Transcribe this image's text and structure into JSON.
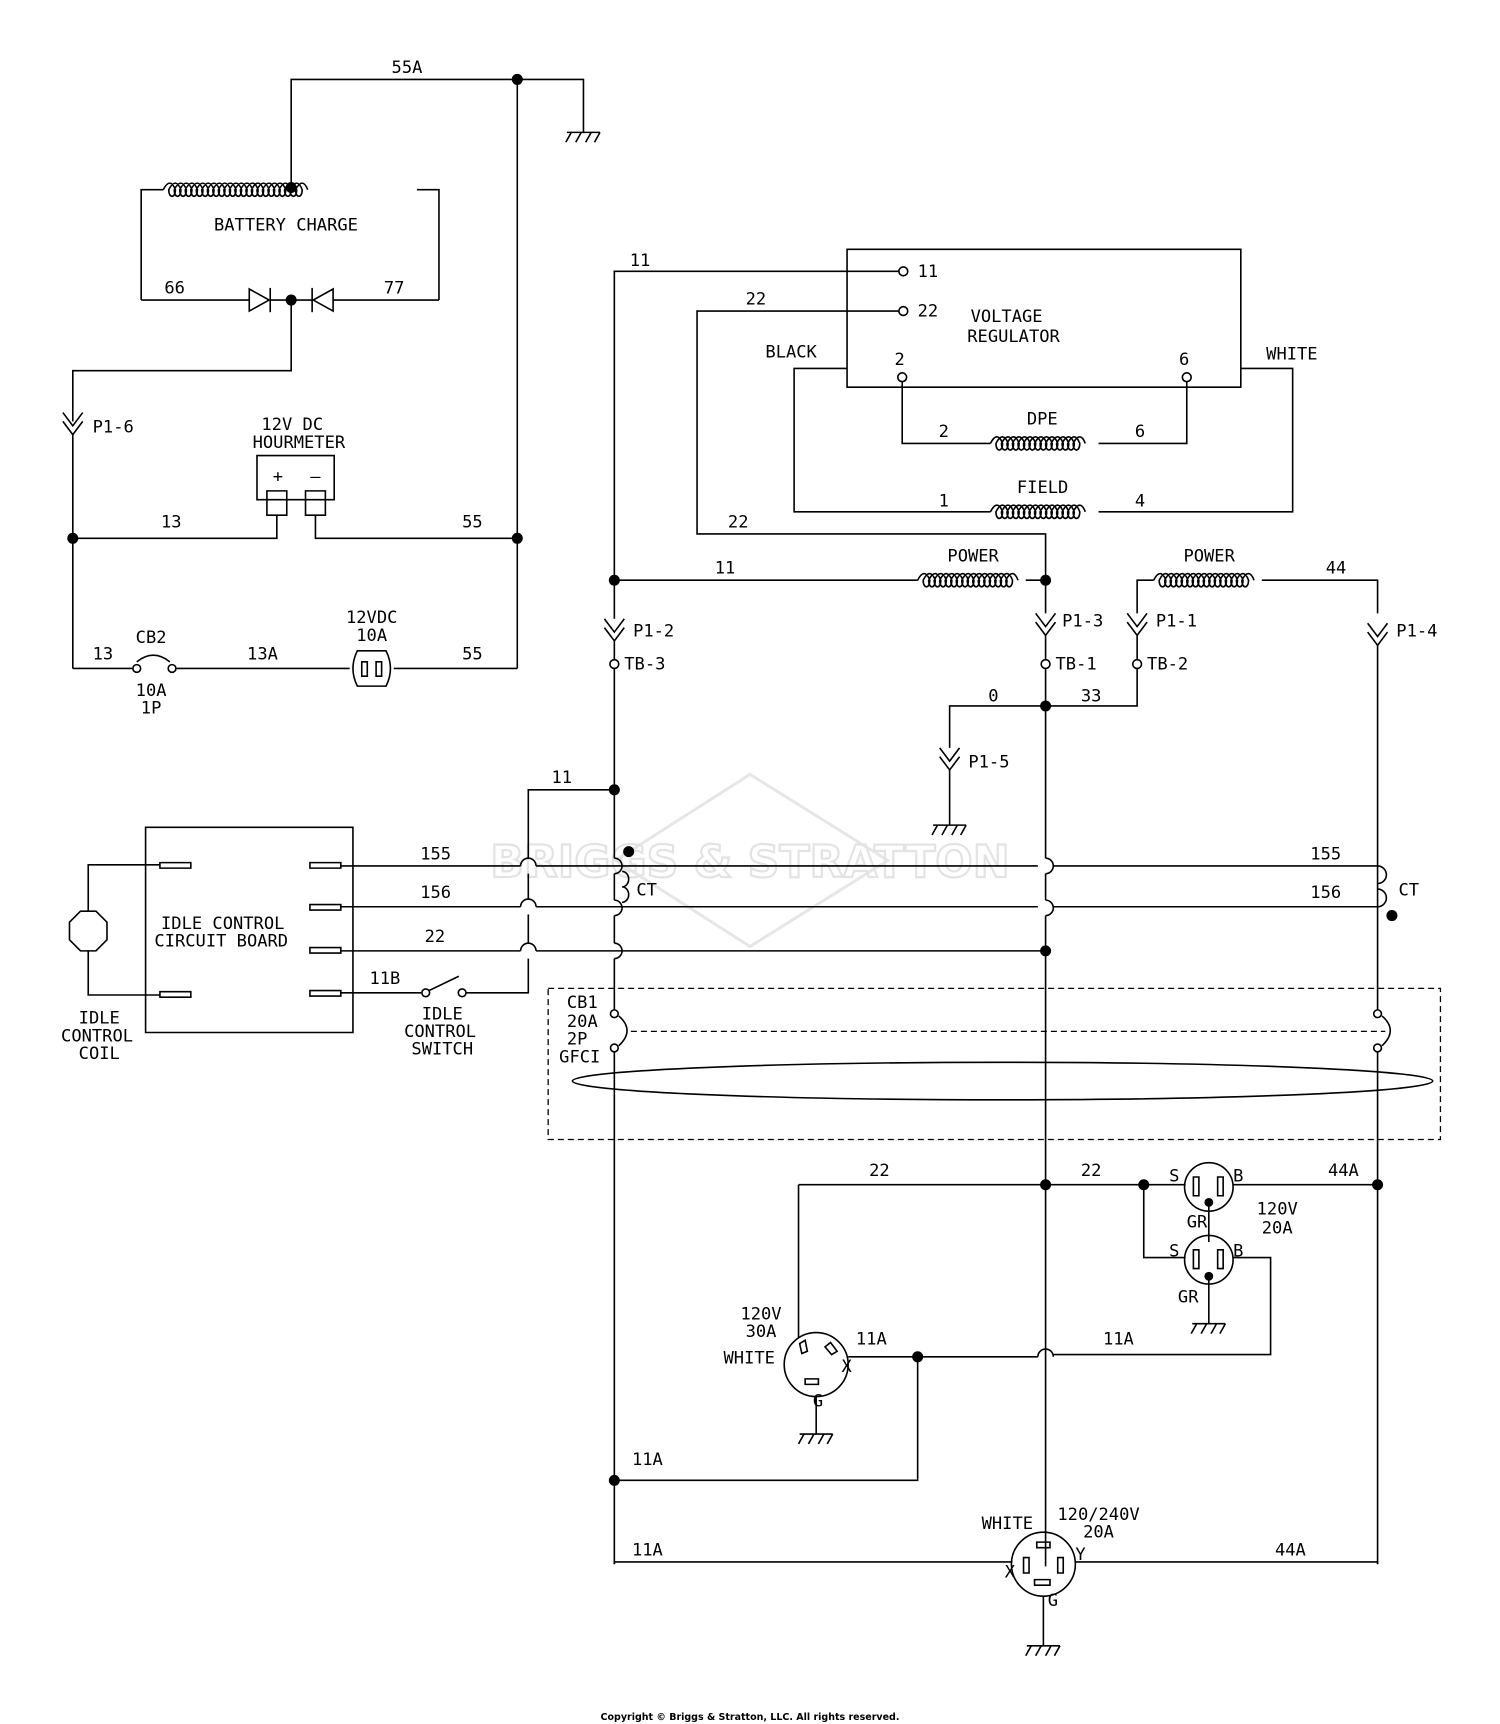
{
  "watermark": "BRIGGS & STRATTON",
  "copyright": "Copyright © Briggs & Stratton, LLC. All rights reserved.",
  "labels": {
    "w55a": "55A",
    "battery_charge": "BATTERY CHARGE",
    "w66": "66",
    "w77": "77",
    "p1_6": "P1-6",
    "hourmeter_1": "12V DC",
    "hourmeter_2": "HOURMETER",
    "w13_top": "13",
    "w55_top": "55",
    "w13_bot": "13",
    "cb2": "CB2",
    "cb2_rating": "10A",
    "cb2_poles": "1P",
    "w13a": "13A",
    "fuse_1": "12VDC",
    "fuse_2": "10A",
    "w55_bot": "55",
    "w11_vr": "11",
    "vr_t11": "11",
    "w22_vr": "22",
    "vr_t22": "22",
    "vr_title_1": "VOLTAGE",
    "vr_title_2": "REGULATOR",
    "black": "BLACK",
    "white_vr": "WHITE",
    "vr_t2": "2",
    "vr_t6": "6",
    "dpe": "DPE",
    "dpe_2": "2",
    "dpe_6": "6",
    "field": "FIELD",
    "field_1": "1",
    "field_4": "4",
    "w22_left": "22",
    "w11_power": "11",
    "power_1": "POWER",
    "power_2": "POWER",
    "w44": "44",
    "p1_2": "P1-2",
    "p1_3": "P1-3",
    "p1_1": "P1-1",
    "p1_4": "P1-4",
    "tb3": "TB-3",
    "tb1": "TB-1",
    "tb2": "TB-2",
    "w0": "0",
    "w33": "33",
    "p1_5": "P1-5",
    "w11_mid": "11",
    "idle_board_1": "IDLE CONTROL",
    "idle_board_2": "CIRCUIT BOARD",
    "w155_l": "155",
    "w156_l": "156",
    "w22_idle": "22",
    "w11b": "11B",
    "ct_l": "CT",
    "w155_r": "155",
    "w156_r": "156",
    "ct_r": "CT",
    "idle_switch_1": "IDLE",
    "idle_switch_2": "CONTROL",
    "idle_switch_3": "SWITCH",
    "idle_coil_1": "IDLE",
    "idle_coil_2": "CONTROL",
    "idle_coil_3": "COIL",
    "cb1_1": "CB1",
    "cb1_2": "20A",
    "cb1_3": "2P",
    "cb1_4": "GFCI",
    "w22_a": "22",
    "w22_b": "22",
    "w44a_top": "44A",
    "s1": "S",
    "b1": "B",
    "gr1": "GR",
    "s2": "S",
    "b2": "B",
    "gr2": "GR",
    "dup_1": "120V",
    "dup_2": "20A",
    "tw_1": "120V",
    "tw_2": "30A",
    "tw_white": "WHITE",
    "tw_x": "X",
    "tw_g": "G",
    "w11a_1": "11A",
    "w11a_2": "11A",
    "w11a_3": "11A",
    "w11a_4": "11A",
    "w44a_bot": "44A",
    "big_white": "WHITE",
    "big_1": "120/240V",
    "big_2": "20A",
    "big_x": "X",
    "big_y": "Y",
    "big_g": "G"
  }
}
